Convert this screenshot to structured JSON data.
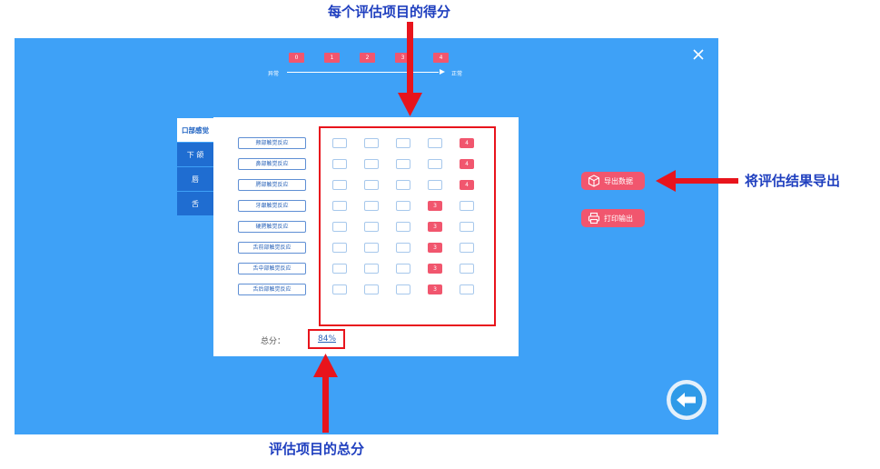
{
  "annotations": {
    "top_label": "每个评估项目的得分",
    "right_label": "将评估结果导出",
    "bottom_label": "评估项目的总分"
  },
  "scale": {
    "badges": [
      "0",
      "1",
      "2",
      "3",
      "4"
    ],
    "left_label": "异常",
    "right_label": "正常"
  },
  "tabs": [
    "口部感觉",
    "下 颌",
    "唇",
    "舌"
  ],
  "items": [
    {
      "label": "颊部触觉反应",
      "score": "4"
    },
    {
      "label": "鼻部触觉反应",
      "score": "4"
    },
    {
      "label": "腭部触觉反应",
      "score": "4"
    },
    {
      "label": "牙龈触觉反应",
      "score": "3"
    },
    {
      "label": "硬腭触觉反应",
      "score": "3"
    },
    {
      "label": "舌前部触觉反应",
      "score": "3"
    },
    {
      "label": "舌中部触觉反应",
      "score": "3"
    },
    {
      "label": "舌后部触觉反应",
      "score": "3"
    }
  ],
  "total": {
    "label": "总分：",
    "value": "84%"
  },
  "buttons": {
    "export": "导出数据",
    "print": "打印输出"
  },
  "colors": {
    "background": "#3ea1f7",
    "accent": "#f1566e",
    "tab": "#1f6dd1",
    "highlight": "#e8141c",
    "annotation_text": "#1f3fbf"
  },
  "icons": {
    "close": "close-icon",
    "export": "box-export-icon",
    "print": "printer-icon",
    "back": "back-arrow-icon"
  }
}
